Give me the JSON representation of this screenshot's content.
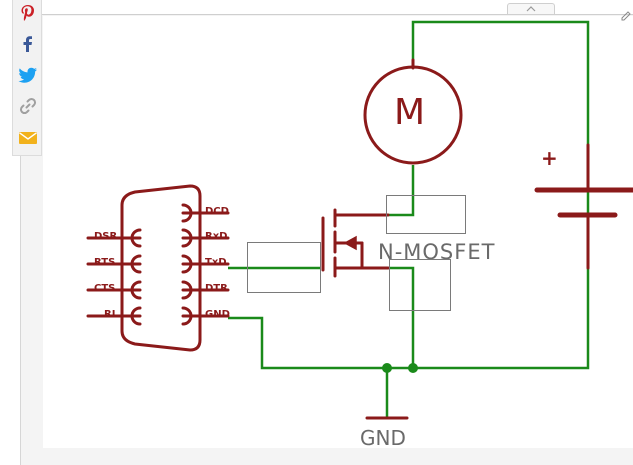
{
  "share_bar": {
    "items": [
      {
        "icon": "pinterest-icon",
        "color": "#cb2027"
      },
      {
        "icon": "facebook-icon",
        "color": "#3b5998"
      },
      {
        "icon": "twitter-icon",
        "color": "#1da1f2"
      },
      {
        "icon": "link-icon",
        "color": "#9a9a9a"
      },
      {
        "icon": "email-icon",
        "color": "#f2b21c"
      }
    ]
  },
  "schematic": {
    "connector_pins_left": [
      "DSR",
      "RTS",
      "CTS",
      "RI"
    ],
    "connector_pins_right": [
      "DCD",
      "RxD",
      "TxD",
      "DTR",
      "GND"
    ],
    "motor_label": "M",
    "battery_label": "+",
    "mosfet_label": "N-MOSFET",
    "ground_label": "GND",
    "colors": {
      "component": "#8b1a1a",
      "wire": "#1a8a1a",
      "label": "#6a6a6a"
    }
  }
}
